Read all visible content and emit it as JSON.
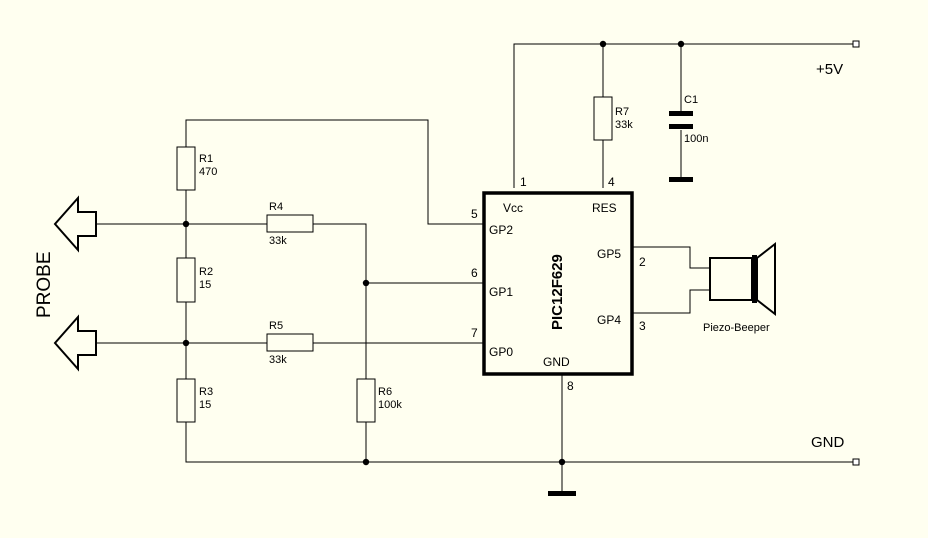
{
  "labels": {
    "vplus": "+5V",
    "gnd": "GND",
    "probe": "PROBE",
    "chip": "PIC12F629",
    "beeper": "Piezo-Beeper"
  },
  "components": {
    "R1": {
      "name": "R1",
      "value": "470"
    },
    "R2": {
      "name": "R2",
      "value": "15"
    },
    "R3": {
      "name": "R3",
      "value": "15"
    },
    "R4": {
      "name": "R4",
      "value": "33k"
    },
    "R5": {
      "name": "R5",
      "value": "33k"
    },
    "R6": {
      "name": "R6",
      "value": "100k"
    },
    "R7": {
      "name": "R7",
      "value": "33k"
    },
    "C1": {
      "name": "C1",
      "value": "100n"
    }
  },
  "pins": {
    "vcc": {
      "label": "Vcc",
      "num": "1"
    },
    "res": {
      "label": "RES",
      "num": "4"
    },
    "gp2": {
      "label": "GP2",
      "num": "5"
    },
    "gp1": {
      "label": "GP1",
      "num": "6"
    },
    "gp0": {
      "label": "GP0",
      "num": "7"
    },
    "gnd": {
      "label": "GND",
      "num": "8"
    },
    "gp5": {
      "label": "GP5",
      "num": "2"
    },
    "gp4": {
      "label": "GP4",
      "num": "3"
    }
  }
}
